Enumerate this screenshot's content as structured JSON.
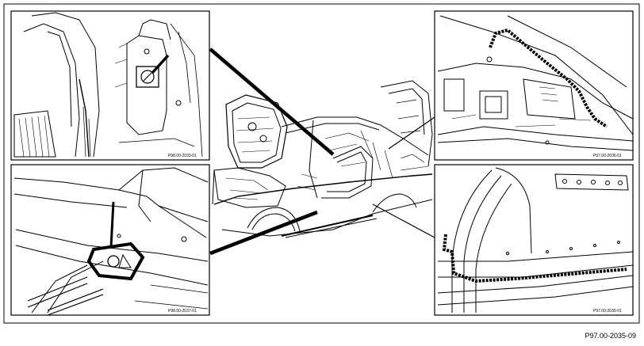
{
  "figure": {
    "code": "P97.00-2035-09",
    "panels": [
      {
        "id": "top-left",
        "code": "P98.00-2033-01"
      },
      {
        "id": "top-right",
        "code": "P97.00-2036-01"
      },
      {
        "id": "bottom-left",
        "code": "P98.00-2037-01"
      },
      {
        "id": "bottom-right",
        "code": "P97.00-2035-01"
      }
    ]
  }
}
